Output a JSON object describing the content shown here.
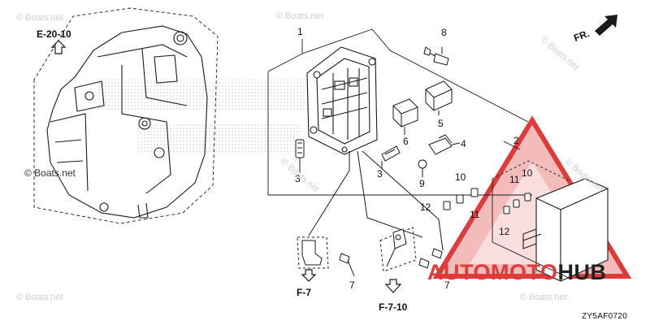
{
  "diagram": {
    "callouts": {
      "ref_top": "E-20-10",
      "ref_bottom_left": "F-7",
      "ref_bottom_mid": "F-7-10",
      "direction": "FR."
    },
    "part_numbers": {
      "p1": "1",
      "p2": "2",
      "p3a": "3",
      "p3b": "3",
      "p4": "4",
      "p5": "5",
      "p6": "6",
      "p7a": "7",
      "p7b": "7",
      "p8": "8",
      "p9": "9",
      "p10a": "10",
      "p10b": "10",
      "p11a": "11",
      "p11b": "11",
      "p12a": "12",
      "p12b": "12"
    },
    "diagram_code": "ZY5AF0720"
  },
  "watermark": {
    "copyright": "© Boats.net",
    "brand_part1": "AUTOMOTO",
    "brand_part2": "HUB"
  },
  "colors": {
    "line": "#1a1a1a",
    "watermark_red": "#e03b3b",
    "watermark_gray": "#cfcfcf"
  }
}
